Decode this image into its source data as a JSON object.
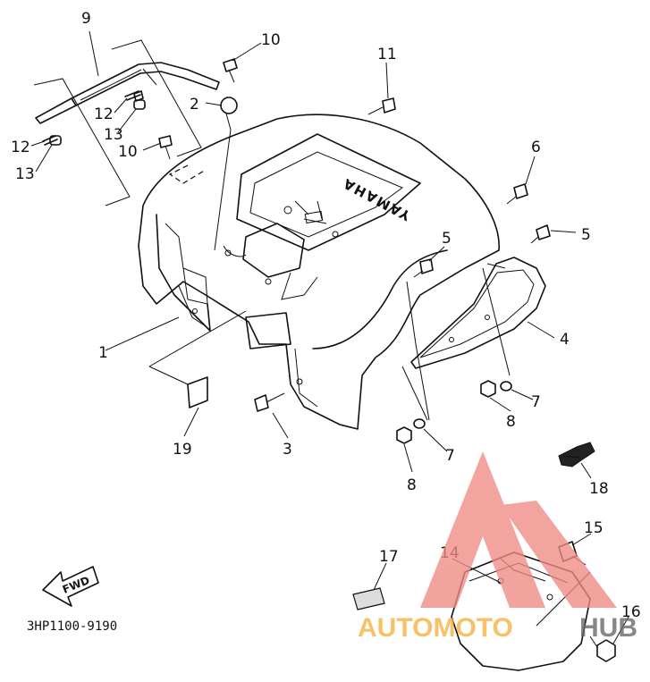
{
  "diagram": {
    "callouts": [
      {
        "id": "1",
        "text": "1"
      },
      {
        "id": "2",
        "text": "2"
      },
      {
        "id": "3",
        "text": "3"
      },
      {
        "id": "4",
        "text": "4"
      },
      {
        "id": "5a",
        "text": "5"
      },
      {
        "id": "5b",
        "text": "5"
      },
      {
        "id": "6",
        "text": "6"
      },
      {
        "id": "7a",
        "text": "7"
      },
      {
        "id": "7b",
        "text": "7"
      },
      {
        "id": "8a",
        "text": "8"
      },
      {
        "id": "8b",
        "text": "8"
      },
      {
        "id": "9",
        "text": "9"
      },
      {
        "id": "10a",
        "text": "10"
      },
      {
        "id": "10b",
        "text": "10"
      },
      {
        "id": "11",
        "text": "11"
      },
      {
        "id": "12a",
        "text": "12"
      },
      {
        "id": "12b",
        "text": "12"
      },
      {
        "id": "13a",
        "text": "13"
      },
      {
        "id": "13b",
        "text": "13"
      },
      {
        "id": "14",
        "text": "14"
      },
      {
        "id": "15",
        "text": "15"
      },
      {
        "id": "16",
        "text": "16"
      },
      {
        "id": "17",
        "text": "17"
      },
      {
        "id": "18",
        "text": "18"
      },
      {
        "id": "19",
        "text": "19"
      }
    ],
    "brand_marking": "YAMAHA",
    "direction_arrow": "FWD",
    "diagram_code": "3HP1100-9190"
  },
  "watermark": {
    "text_auto": "AUTOMOTO",
    "text_hub": "HUB",
    "color_primary": "#f08a84",
    "color_secondary": "#f5b041",
    "color_dark": "#666666"
  }
}
